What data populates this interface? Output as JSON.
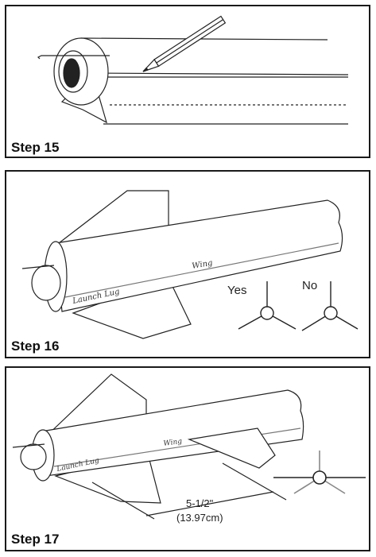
{
  "steps": [
    {
      "label": "Step 15"
    },
    {
      "label": "Step 16",
      "wing_note": "Wing",
      "lug_note": "Launch Lug",
      "yes": "Yes",
      "no": "No"
    },
    {
      "label": "Step 17",
      "wing_note": "Wing",
      "lug_note": "Launch Lug",
      "dimension": "5-1/2\"",
      "dimension_metric": "(13.97cm)"
    }
  ]
}
